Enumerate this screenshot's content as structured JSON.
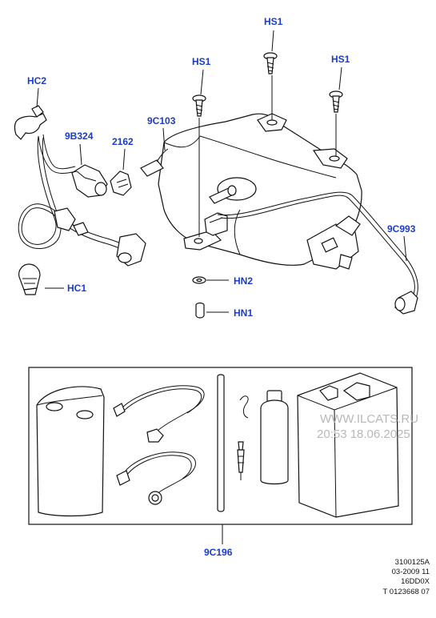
{
  "callouts": {
    "hs1_top": "HS1",
    "hs1_left": "HS1",
    "hs1_right": "HS1",
    "hc2": "HC2",
    "p9b324": "9B324",
    "p2162": "2162",
    "p9c103": "9C103",
    "p9c993": "9C993",
    "hc1": "HC1",
    "hn2": "HN2",
    "hn1": "HN1",
    "p9c196": "9C196"
  },
  "info": {
    "line1": "3100125A",
    "line2": "03-2009 11",
    "line3": "16DD0X",
    "line4": "T 0123668 07"
  },
  "watermark": {
    "line1": "WWW.ILCATS.RU",
    "line2": "20:53 18.06.2025"
  },
  "colors": {
    "callout": "#1a3cc8",
    "line": "#111111",
    "watermark": "#b8b8b8"
  }
}
